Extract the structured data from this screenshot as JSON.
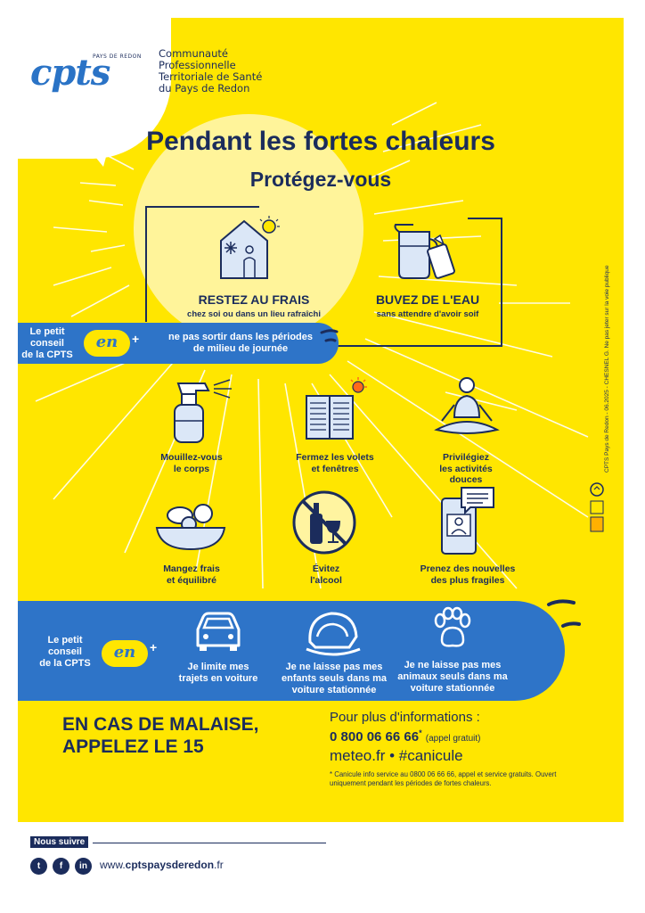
{
  "logo": {
    "text": "cpts",
    "tagline": "PAYS DE REDON"
  },
  "organization": {
    "lines": [
      "Communauté",
      "Professionnelle",
      "Territoriale de Santé",
      "du Pays de Redon"
    ]
  },
  "title": {
    "main": "Pendant les fortes chaleurs",
    "sub": "Protégez-vous"
  },
  "main_actions": [
    {
      "title": "RESTEZ AU FRAIS",
      "subtitle": "chez soi ou dans un lieu rafraîchi",
      "icon": "house-thermometer-icon"
    },
    {
      "title": "BUVEZ DE L'EAU",
      "subtitle": "sans attendre d'avoir soif",
      "icon": "water-pitcher-glass-icon"
    }
  ],
  "advice_band_1": {
    "label": [
      "Le petit",
      "conseil",
      "de la CPTS"
    ],
    "badge": "en",
    "plus": "+",
    "text": [
      "ne pas sortir dans les périodes",
      "de milieu de journée"
    ]
  },
  "tips": [
    {
      "label": [
        "Mouillez-vous",
        "le corps"
      ],
      "icon": "spray-bottle-icon"
    },
    {
      "label": [
        "Fermez les volets",
        "et fenêtres"
      ],
      "icon": "shutters-sun-icon"
    },
    {
      "label": [
        "Privilégiez",
        "les activités",
        "douces"
      ],
      "icon": "meditation-person-icon"
    },
    {
      "label": [
        "Mangez frais",
        "et équilibré"
      ],
      "icon": "food-bowl-icon"
    },
    {
      "label": [
        "Évitez",
        "l'alcool"
      ],
      "icon": "no-alcohol-icon"
    },
    {
      "label": [
        "Prenez des nouvelles",
        "des plus fragiles"
      ],
      "icon": "phone-message-icon"
    }
  ],
  "advice_band_2": {
    "label": [
      "Le petit",
      "conseil",
      "de la CPTS"
    ],
    "badge": "en",
    "plus": "+",
    "items": [
      {
        "label": [
          "Je limite mes",
          "trajets en voiture"
        ],
        "icon": "car-icon"
      },
      {
        "label": [
          "Je ne laisse pas mes",
          "enfants seuls dans ma",
          "voiture stationnée"
        ],
        "icon": "baby-seat-icon"
      },
      {
        "label": [
          "Je ne laisse pas mes",
          "animaux seuls dans ma",
          "voiture stationnée"
        ],
        "icon": "paw-icon"
      }
    ]
  },
  "emergency": {
    "lines": [
      "EN CAS DE MALAISE,",
      "APPELEZ LE 15"
    ]
  },
  "info": {
    "title": "Pour plus d'informations :",
    "phone": "0 800 06 66 66",
    "phone_mark": "*",
    "phone_note": "(appel gratuit)",
    "web": "meteo.fr • #canicule",
    "footnote": "* Canicule info service au 0800 06 66 66, appel et service gratuits. Ouvert uniquement pendant les périodes de fortes chaleurs."
  },
  "side_text": "CPTS Pays de Redon - 06.2025 - CHESNEL G. Ne pas jeter sur la voie publique",
  "footer": {
    "follow_label": "Nous suivre",
    "social": [
      {
        "name": "twitter",
        "glyph": "t"
      },
      {
        "name": "facebook",
        "glyph": "f"
      },
      {
        "name": "linkedin",
        "glyph": "in"
      }
    ],
    "website_prefix": "www.",
    "website_domain": "cptspaysderedon",
    "website_suffix": ".fr"
  },
  "colors": {
    "yellow": "#ffe600",
    "navy": "#1b2c5c",
    "blue": "#2e74c8",
    "sun": "#fff49a"
  }
}
